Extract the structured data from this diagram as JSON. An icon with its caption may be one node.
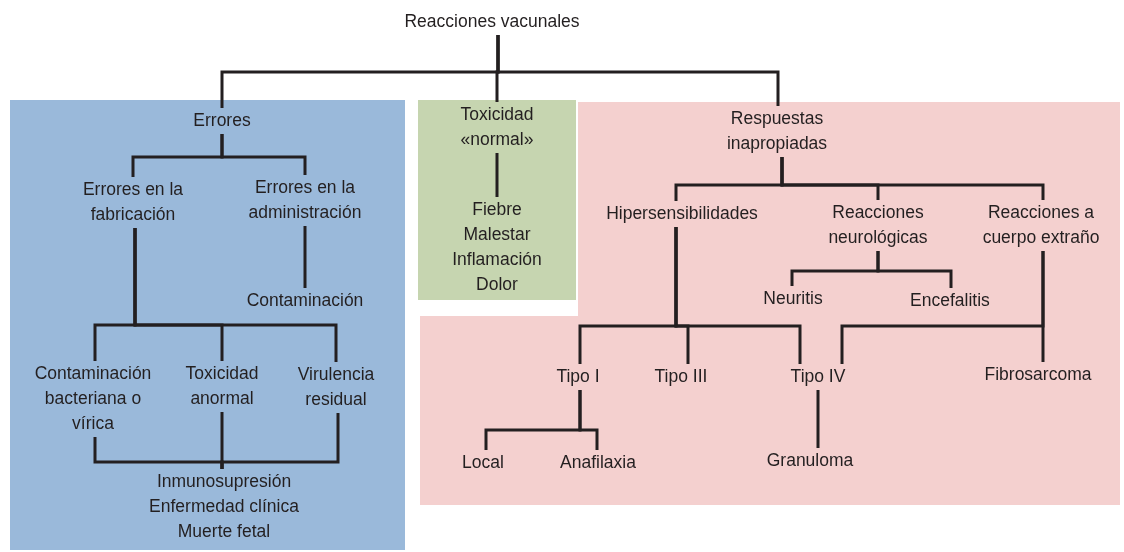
{
  "diagram": {
    "nodes": [
      {
        "text": [
          "Reacciones vacunales"
        ]
      },
      {
        "text": [],
        "shape": "box"
      },
      {
        "text": [
          "Errores"
        ],
        "in": 1
      },
      {
        "text": [
          "Errores en la fabricación"
        ],
        "in": 1
      },
      {
        "text": [
          "Errores en la administración"
        ],
        "in": 1
      },
      {
        "text": [
          "Contaminación"
        ],
        "in": 1
      },
      {
        "text": [
          "Contaminación bacteriana o vírica"
        ],
        "in": 1
      },
      {
        "text": [
          "Toxicidad anormal"
        ],
        "in": 1
      },
      {
        "text": [
          "Virulencia residual"
        ],
        "in": 1
      },
      {
        "text": [
          "Inmunosupresión",
          "Enfermedad clínica",
          "Muerte fetal"
        ],
        "in": 1
      },
      {
        "text": [],
        "shape": "box"
      },
      {
        "text": [
          "Toxicidad «normal»"
        ],
        "in": 10
      },
      {
        "text": [
          "Fiebre",
          "Malestar",
          "Inflamación",
          "Dolor"
        ],
        "in": 10
      },
      {
        "text": [],
        "shape": "box"
      },
      {
        "text": [
          "Respuestas inapropiadas"
        ],
        "in": 13
      },
      {
        "text": [
          "Hipersensibilidades"
        ],
        "in": 13
      },
      {
        "text": [
          "Reacciones neurológicas"
        ],
        "in": 13
      },
      {
        "text": [
          "Reacciones a cuerpo extraño"
        ],
        "in": 13
      },
      {
        "text": [
          "Neuritis"
        ],
        "in": 13
      },
      {
        "text": [
          "Encefalitis"
        ],
        "in": 13
      },
      {
        "text": [
          "Tipo I"
        ],
        "in": 13
      },
      {
        "text": [
          "Tipo III"
        ],
        "in": 13
      },
      {
        "text": [
          "Tipo IV"
        ],
        "in": 13
      },
      {
        "text": [
          "Fibrosarcoma"
        ],
        "in": 13
      },
      {
        "text": [
          "Local"
        ],
        "in": 13
      },
      {
        "text": [
          "Anafilaxia"
        ],
        "in": 13
      },
      {
        "text": [
          "Granuloma"
        ],
        "in": 13
      }
    ],
    "edges": [
      {
        "from": 0,
        "to": 2,
        "arrow": "none"
      },
      {
        "from": 0,
        "to": 11,
        "arrow": "none"
      },
      {
        "from": 0,
        "to": 14,
        "arrow": "none"
      },
      {
        "from": 2,
        "to": 3,
        "arrow": "none"
      },
      {
        "from": 2,
        "to": 4,
        "arrow": "none"
      },
      {
        "from": 4,
        "to": 5,
        "arrow": "none"
      },
      {
        "from": 3,
        "to": 6,
        "arrow": "none"
      },
      {
        "from": 3,
        "to": 7,
        "arrow": "none"
      },
      {
        "from": 3,
        "to": 8,
        "arrow": "none"
      },
      {
        "from": 6,
        "to": 9,
        "arrow": "none"
      },
      {
        "from": 7,
        "to": 9,
        "arrow": "none"
      },
      {
        "from": 8,
        "to": 9,
        "arrow": "none"
      },
      {
        "from": 11,
        "to": 12,
        "arrow": "none"
      },
      {
        "from": 14,
        "to": 15,
        "arrow": "none"
      },
      {
        "from": 14,
        "to": 16,
        "arrow": "none"
      },
      {
        "from": 14,
        "to": 17,
        "arrow": "none"
      },
      {
        "from": 16,
        "to": 18,
        "arrow": "none"
      },
      {
        "from": 16,
        "to": 19,
        "arrow": "none"
      },
      {
        "from": 15,
        "to": 20,
        "arrow": "none"
      },
      {
        "from": 15,
        "to": 21,
        "arrow": "none"
      },
      {
        "from": 15,
        "to": 22,
        "arrow": "none"
      },
      {
        "from": 17,
        "to": 22,
        "arrow": "none"
      },
      {
        "from": 17,
        "to": 23,
        "arrow": "none"
      },
      {
        "from": 20,
        "to": 24,
        "arrow": "none"
      },
      {
        "from": 20,
        "to": 25,
        "arrow": "none"
      },
      {
        "from": 22,
        "to": 26,
        "arrow": "none"
      }
    ]
  }
}
